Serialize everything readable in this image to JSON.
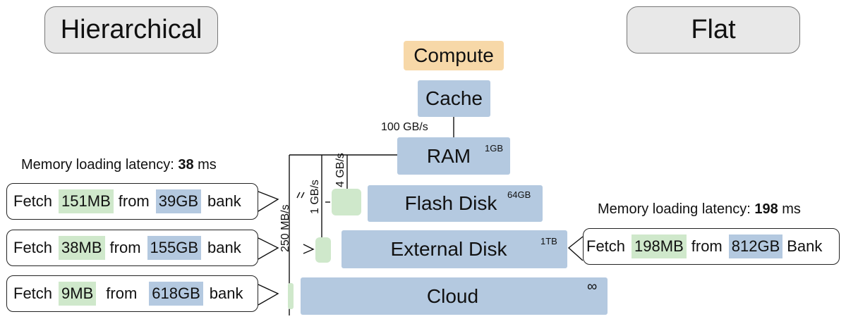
{
  "modes": {
    "hierarchical": "Hierarchical",
    "flat": "Flat"
  },
  "tiers": {
    "compute": "Compute",
    "cache": "Cache",
    "ram": {
      "label": "RAM",
      "capacity": "1GB"
    },
    "flash": {
      "label": "Flash Disk",
      "capacity": "64GB"
    },
    "external": {
      "label": "External Disk",
      "capacity": "1TB"
    },
    "cloud": {
      "label": "Cloud",
      "capacity": "∞"
    }
  },
  "bandwidths": {
    "cache_ram": "100 GB/s",
    "flash": "4 GB/s",
    "external": "1 GB/s",
    "cloud": "250 MB/s"
  },
  "hierarchical_latency": {
    "prefix": "Memory loading latency: ",
    "value": "38",
    "unit": " ms"
  },
  "flat_latency": {
    "prefix": "Memory loading latency: ",
    "value": "198",
    "unit": " ms"
  },
  "hierarchical_fetches": [
    {
      "word": "Fetch",
      "amount": "151MB",
      "from": "from",
      "bank_size": "39GB",
      "bank": "bank"
    },
    {
      "word": "Fetch",
      "amount": "38MB",
      "from": "from",
      "bank_size": "155GB",
      "bank": "bank"
    },
    {
      "word": "Fetch",
      "amount": "9MB",
      "from": "from",
      "bank_size": "618GB",
      "bank": "bank"
    }
  ],
  "flat_fetch": {
    "word": "Fetch",
    "amount": "198MB",
    "from": "from",
    "bank_size": "812GB",
    "bank": "Bank"
  },
  "colors": {
    "tier": "#b4c9e0",
    "compute": "#f7d8a8",
    "fetched": "#cfe8cb",
    "mode_box": "#e8e8e8"
  }
}
